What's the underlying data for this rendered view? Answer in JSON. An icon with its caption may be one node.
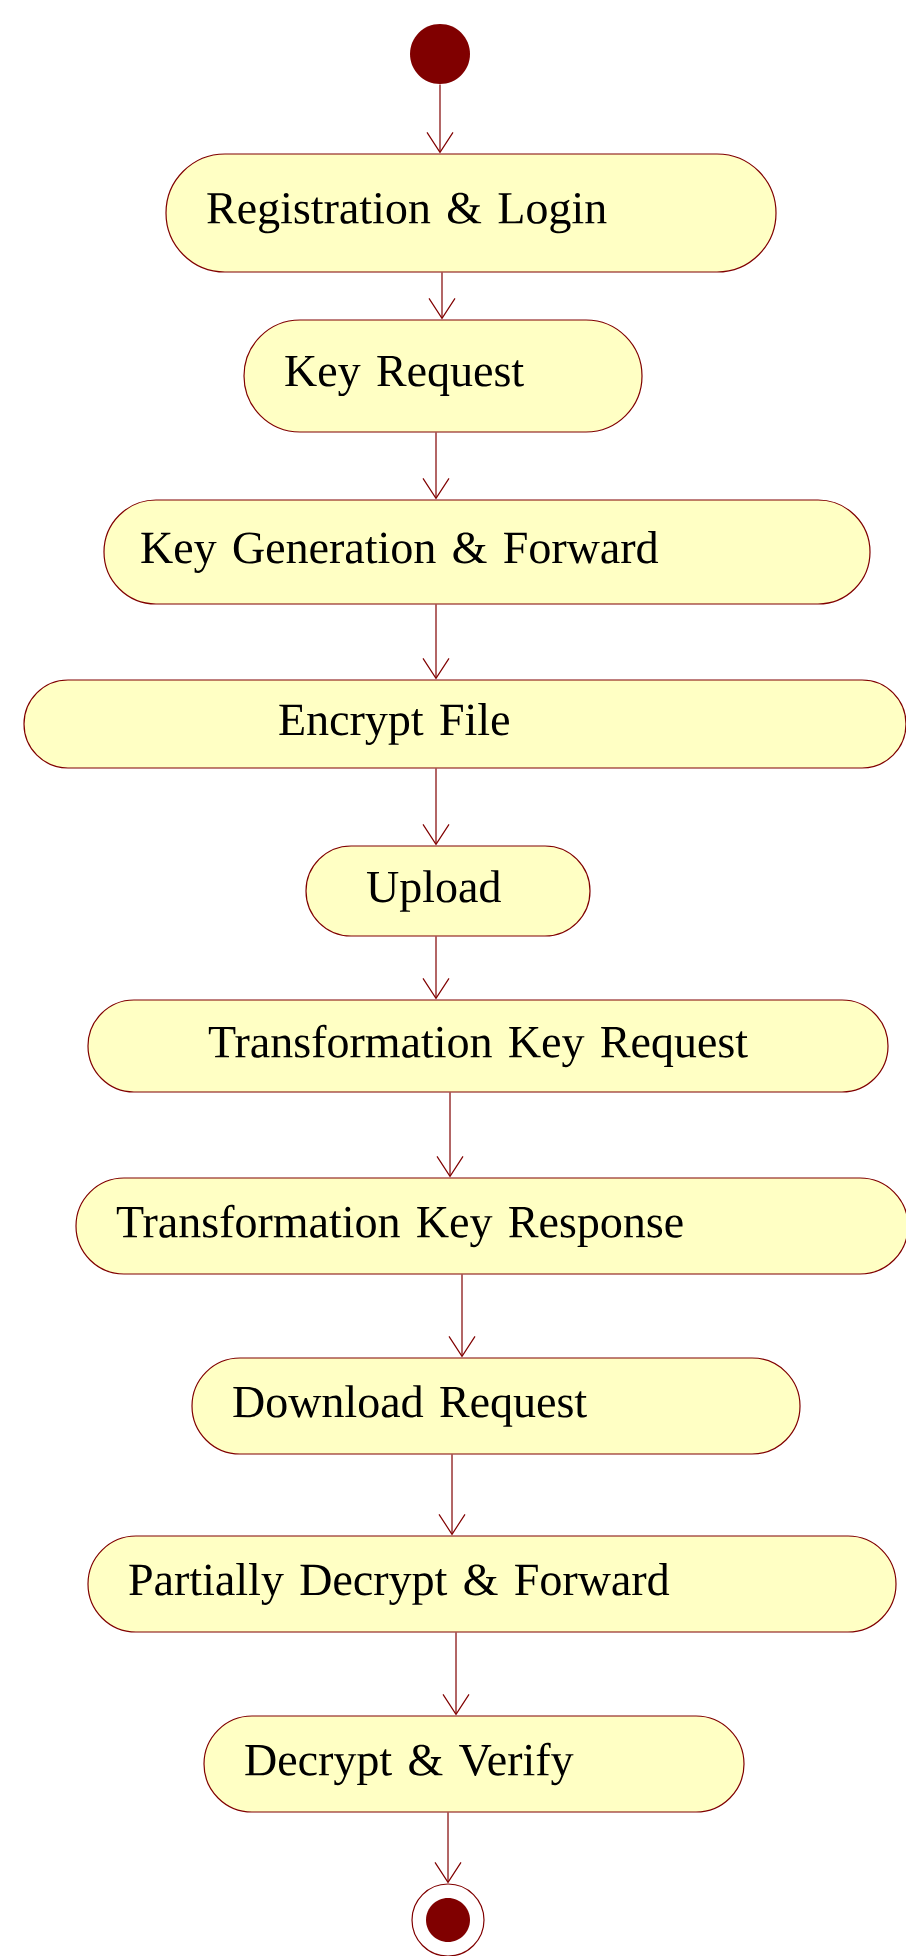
{
  "diagram": {
    "nodes": [
      {
        "text": [],
        "shape": "circle"
      },
      {
        "text": [
          "Registration & Login"
        ]
      },
      {
        "text": [
          "Key Request"
        ]
      },
      {
        "text": [
          "Key Generation & Forward"
        ]
      },
      {
        "text": [
          "Encrypt File"
        ]
      },
      {
        "text": [
          "Upload"
        ]
      },
      {
        "text": [
          "Transformation Key Request"
        ]
      },
      {
        "text": [
          "Transformation Key Response"
        ]
      },
      {
        "text": [
          "Download Request"
        ]
      },
      {
        "text": [
          "Partially Decrypt & Forward"
        ]
      },
      {
        "text": [
          "Decrypt & Verify"
        ]
      },
      {
        "text": [],
        "shape": "circle"
      }
    ],
    "edges": [
      {
        "from": 0,
        "to": 1,
        "arrow": "to"
      },
      {
        "from": 1,
        "to": 2,
        "arrow": "to"
      },
      {
        "from": 2,
        "to": 3,
        "arrow": "to"
      },
      {
        "from": 3,
        "to": 4,
        "arrow": "to"
      },
      {
        "from": 4,
        "to": 5,
        "arrow": "to"
      },
      {
        "from": 5,
        "to": 6,
        "arrow": "to"
      },
      {
        "from": 6,
        "to": 7,
        "arrow": "to"
      },
      {
        "from": 7,
        "to": 8,
        "arrow": "to"
      },
      {
        "from": 8,
        "to": 9,
        "arrow": "to"
      },
      {
        "from": 9,
        "to": 10,
        "arrow": "to"
      },
      {
        "from": 10,
        "to": 11,
        "arrow": "to"
      }
    ]
  }
}
